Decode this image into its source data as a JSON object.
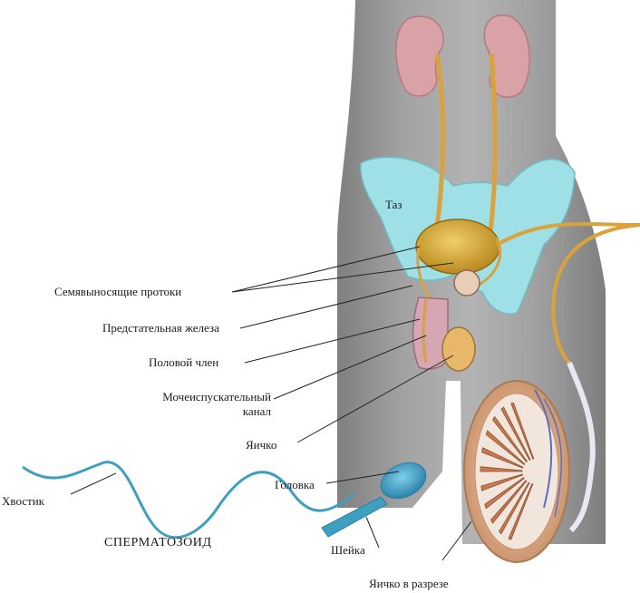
{
  "labels": {
    "pelvis": "Таз",
    "vas_deferens": "Семявыносящие протоки",
    "prostate": "Предстательная железа",
    "penis": "Половой член",
    "urethra_1": "Мочеиспускательный",
    "urethra_2": "канал",
    "testis": "Яичко",
    "head": "Головка",
    "tail": "Хвостик",
    "sperm_title": "СПЕРМАТОЗОИД",
    "neck": "Шейка",
    "testis_section": "Яичко в разрезе"
  },
  "colors": {
    "body": "#9a9a9a",
    "kidney": "#d9a2a6",
    "pelvis_bone": "#9ee0e6",
    "duct": "#d9a23c",
    "bladder": "#d7a93a",
    "sperm": "#3f9fc1",
    "testis_section": "#c8794f",
    "leader_line": "#222222"
  }
}
